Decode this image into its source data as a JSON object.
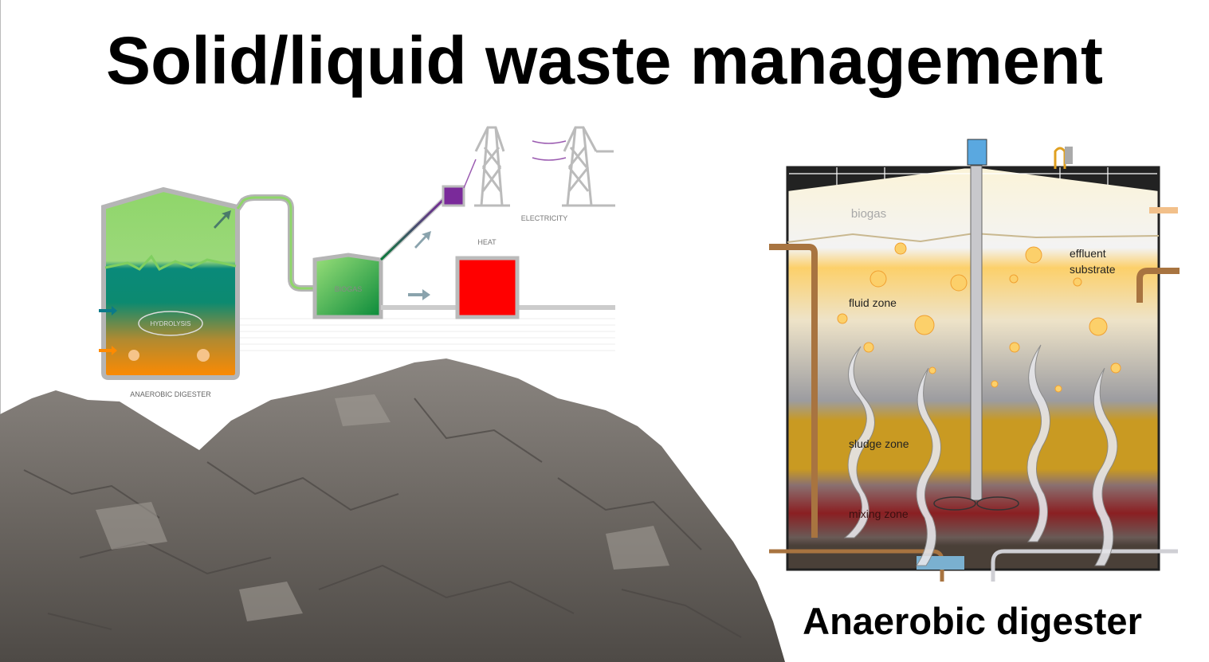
{
  "slide": {
    "title": "Solid/liquid waste management",
    "caption": "Anaerobic digester"
  },
  "left_diagram": {
    "digester_label": "ANAEROBIC DIGESTER",
    "process_label": "HYDROLYSIS",
    "biogas_label": "BIOGAS",
    "electricity_label": "ELECTRICITY",
    "heat_label": "HEAT"
  },
  "right_diagram": {
    "biogas_label": "biogas",
    "effluent_label_1": "effluent",
    "effluent_label_2": "substrate",
    "fluid_zone_label": "fluid zone",
    "sludge_zone_label": "sludge zone",
    "mixing_zone_label": "mixing zone"
  },
  "colors": {
    "heat": "#ff0000",
    "electricity": "#7a2a9a",
    "digester_top": "#8fd66a",
    "digester_bottom": "#ff8a00",
    "sludge": "#c99a22",
    "mixing": "#8a1f22",
    "pipe": "#a87440"
  }
}
